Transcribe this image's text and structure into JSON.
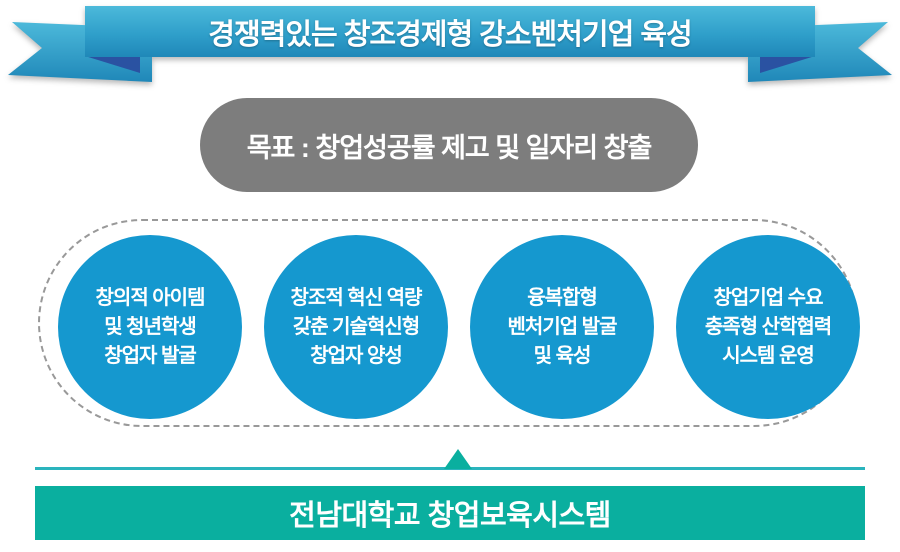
{
  "header": {
    "title": "경쟁력있는 창조경제형 강소벤처기업 육성"
  },
  "goal": {
    "text": "목표 : 창업성공률 제고 및 일자리 창출"
  },
  "strategies": [
    {
      "lines": [
        "창의적 아이템",
        "및 청년학생",
        "창업자 발굴"
      ]
    },
    {
      "lines": [
        "창조적 혁신 역량",
        "갖춘 기술혁신형",
        "창업자 양성"
      ]
    },
    {
      "lines": [
        "융복합형",
        "벤처기업 발굴",
        "및 육성"
      ]
    },
    {
      "lines": [
        "창업기업 수요",
        "충족형 산학협력",
        "시스템 운영"
      ]
    }
  ],
  "footer": {
    "title": "전남대학교 창업보육시스템"
  },
  "colors": {
    "ribbon_top": "#4cb9da",
    "ribbon_mid": "#2f9fca",
    "ribbon_bottom": "#1f87b8",
    "ribbon_fold": "#2a52a2",
    "goal_gray": "#7d7d7d",
    "circle_blue": "#1598cf",
    "teal_line": "#2ab4bd",
    "teal_accent": "#0aaf9f",
    "dash_gray": "#999999",
    "text_white": "#ffffff"
  }
}
